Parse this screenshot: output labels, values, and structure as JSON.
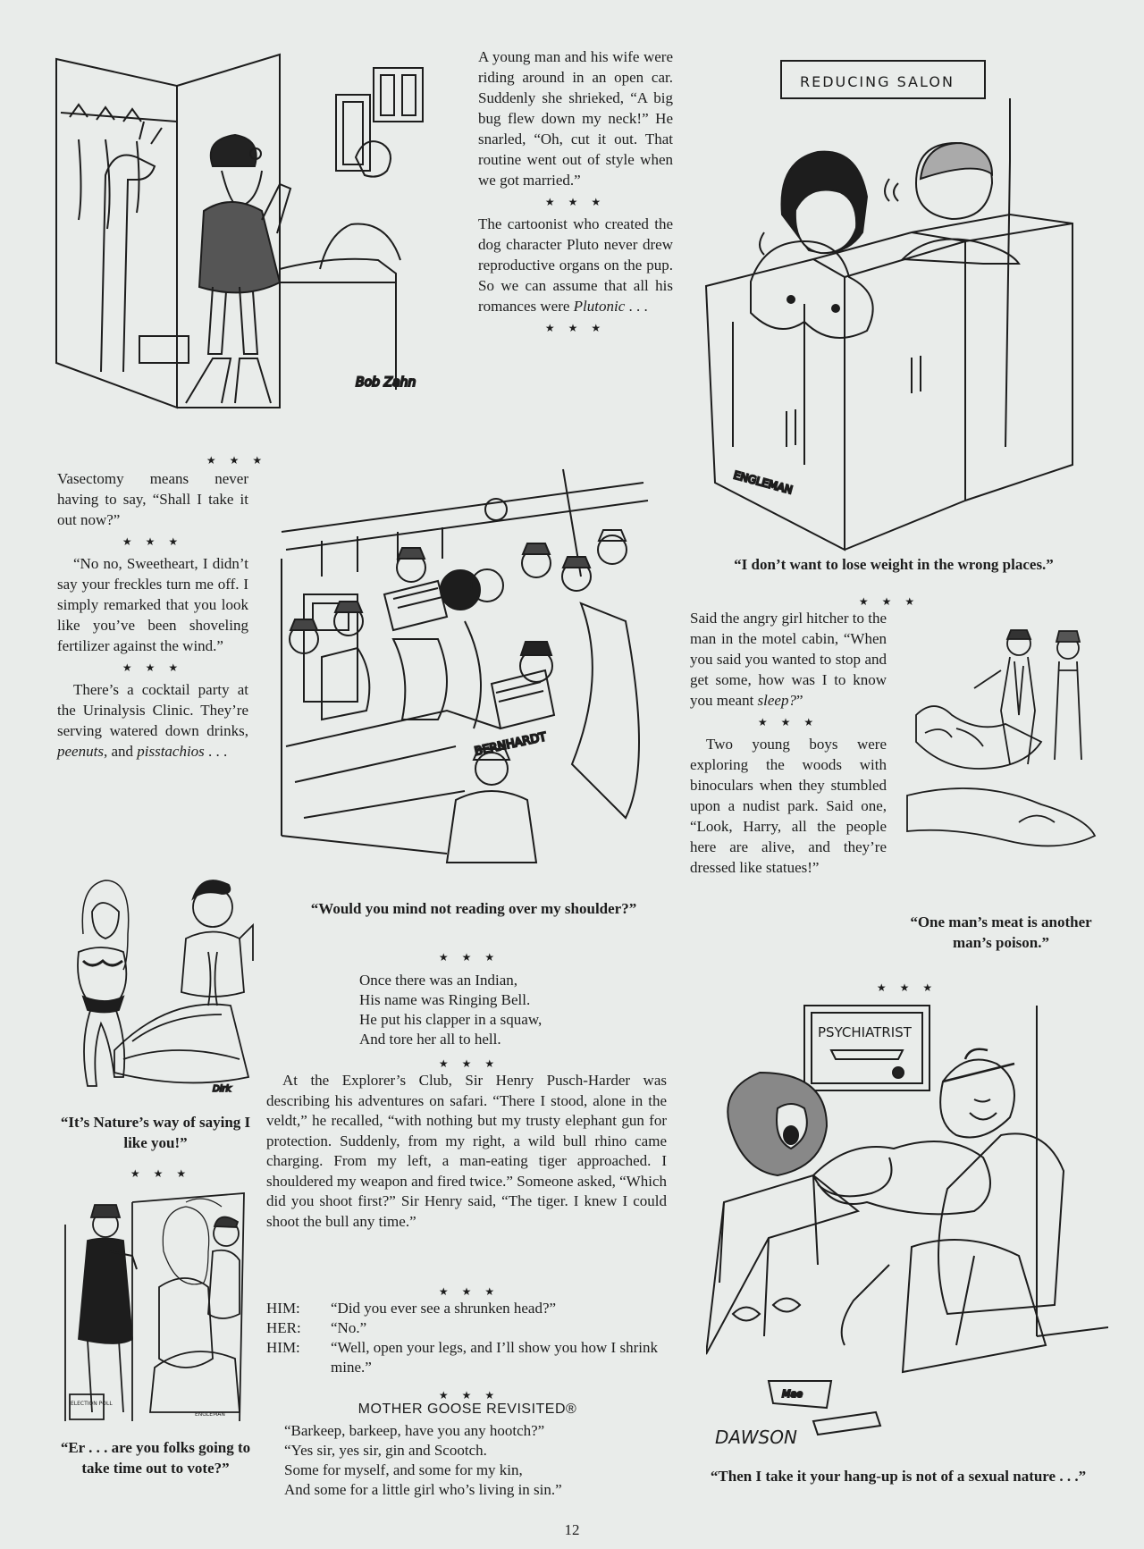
{
  "jokes": {
    "bug": [
      "A young man and his wife were riding around in an open car. Suddenly she shrieked, “A big bug flew down my neck!” He snarled, “Oh, cut it out. That routine went out of style when we got married.”"
    ],
    "pluto_start": "The cartoonist who created the dog character Pluto never drew reproductive organs on the pup. So we can assume that all his romances were ",
    "pluto_em": "Plutonic",
    "pluto_end": " . . .",
    "vasectomy": "Vasectomy means never having to say, “Shall I take it out now?”",
    "freckles": "“No no, Sweetheart, I didn’t say your freckles turn me off. I simply remarked that you look like you’ve been shoveling fertilizer against the wind.”",
    "cocktail_start": "There’s a cocktail party at the Urinalysis Clinic. They’re serving watered down drinks, ",
    "cocktail_em1": "peenuts",
    "cocktail_mid": ", and ",
    "cocktail_em2": "pisstachios",
    "cocktail_end": " . . .",
    "hitcher_start": "Said the angry girl hitcher to the man in the motel cabin, “When you said you wanted to stop and get some, how was I to know you meant ",
    "hitcher_em": "sleep?",
    "hitcher_end": "”",
    "nudist": "Two young boys were exploring the woods with binoculars when they stumbled upon a nudist park. Said one, “Look, Harry, all the people here are alive, and they’re dressed like statues!”",
    "indian_verse": [
      "Once there was an Indian,",
      "His name was Ringing Bell.",
      "He put his clapper in a squaw,",
      "And tore her all to hell."
    ],
    "explorer": "At the Explorer’s Club, Sir Henry Pusch-Harder was describing his adventures on safari. “There I stood, alone in the veldt,” he recalled, “with nothing but my trusty elephant gun for protection. Suddenly, from my right, a wild bull rhino came charging. From my left, a man-eating tiger approached. I shouldered my weapon and fired twice.” Someone asked, “Which did you shoot first?” Sir Henry said, “The tiger. I knew I could shoot the bull any time.”",
    "dialogue": [
      {
        "speaker": "HIM:",
        "line": "“Did you ever see a shrunken head?”"
      },
      {
        "speaker": "HER:",
        "line": "“No.”"
      },
      {
        "speaker": "HIM:",
        "line": "“Well, open your legs, and I’ll show you how I shrink mine.”"
      }
    ],
    "goose_title": "MOTHER GOOSE REVISITED®",
    "goose_verse": [
      "“Barkeep, barkeep, have you any hootch?”",
      "“Yes sir, yes sir, gin and Scootch.",
      "Some for myself, and some for my kin,",
      "And some for a little girl who’s living in sin.”"
    ]
  },
  "separator": "★ ★ ★",
  "captions": {
    "salon": "“I don’t want to lose weight in the wrong places.”",
    "subway": "“Would you mind not reading over my shoulder?”",
    "nature": "“It’s Nature’s way of saying I like you!”",
    "meat": "“One man’s meat is another man’s poison.”",
    "vote": "“Er . . . are you folks going to take time out to vote?”",
    "psych": "“Then I take it your hang-up is not of a sexual nature . . .”"
  },
  "cartoon_text": {
    "salon_sign": "REDUCING SALON",
    "psych_sign": "PSYCHIATRIST",
    "briefcase": "ELECTION POLL",
    "panties_tag": "Mae"
  },
  "signatures": {
    "zahn": "Bob Zahn",
    "engleman": "ENGLEMAN",
    "bernhardt": "BERNHARDT",
    "dirk": "Dirk",
    "engleman2": "ENGLEMAN",
    "dawson": "DAWSON"
  },
  "page_number": "12",
  "colors": {
    "paper": "#e9ecea",
    "ink": "#1d1d1d"
  }
}
